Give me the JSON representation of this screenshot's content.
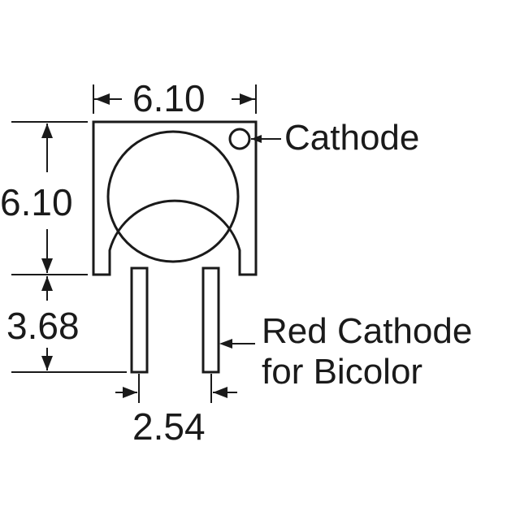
{
  "dimensions": {
    "top_width": "6.10",
    "left_height": "6.10",
    "lead_length": "3.68",
    "lead_spacing": "2.54"
  },
  "callouts": {
    "cathode": "Cathode",
    "red_cathode_line1": "Red Cathode",
    "red_cathode_line2": "for Bicolor"
  },
  "colors": {
    "ink": "#1a1a1a",
    "background": "#ffffff"
  }
}
